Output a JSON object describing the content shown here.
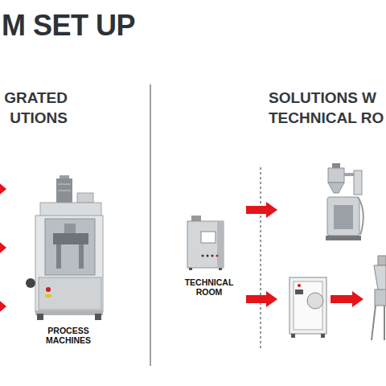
{
  "diagram": {
    "title": "M SET UP",
    "nodes": [
      {
        "text": [
          "PROCESS MACHINES"
        ]
      },
      {
        "text": [
          "TECHNICAL ROOM"
        ]
      }
    ],
    "labels": [
      "GRATED UTIONS",
      "SOLUTIONS W TECHNICAL RO"
    ]
  }
}
